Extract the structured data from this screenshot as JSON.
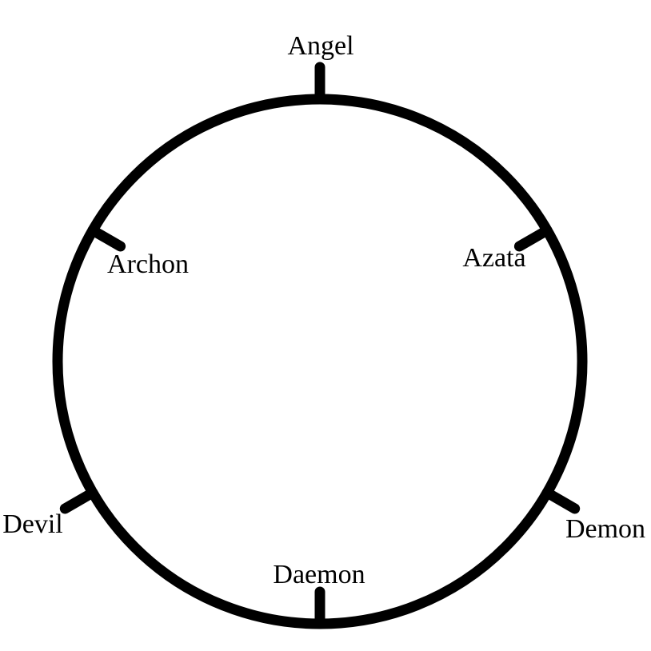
{
  "page": {
    "background": "#ffffff"
  },
  "diagram": {
    "type": "circle-wheel-with-ticks",
    "description": "Circle with six labeled tick marks at hexagonal positions",
    "stroke_color": "#000000",
    "text_color": "#000000",
    "nodes": [
      {
        "id": "angel",
        "label": "Angel",
        "angle_deg": 90,
        "tick_direction": "outward",
        "label_side": "outside"
      },
      {
        "id": "azata",
        "label": "Azata",
        "angle_deg": 30,
        "tick_direction": "inward",
        "label_side": "inside"
      },
      {
        "id": "demon",
        "label": "Demon",
        "angle_deg": 330,
        "tick_direction": "outward",
        "label_side": "outside"
      },
      {
        "id": "daemon",
        "label": "Daemon",
        "angle_deg": 270,
        "tick_direction": "inward",
        "label_side": "inside"
      },
      {
        "id": "devil",
        "label": "Devil",
        "angle_deg": 210,
        "tick_direction": "outward",
        "label_side": "outside"
      },
      {
        "id": "archon",
        "label": "Archon",
        "angle_deg": 150,
        "tick_direction": "inward",
        "label_side": "inside"
      }
    ]
  }
}
